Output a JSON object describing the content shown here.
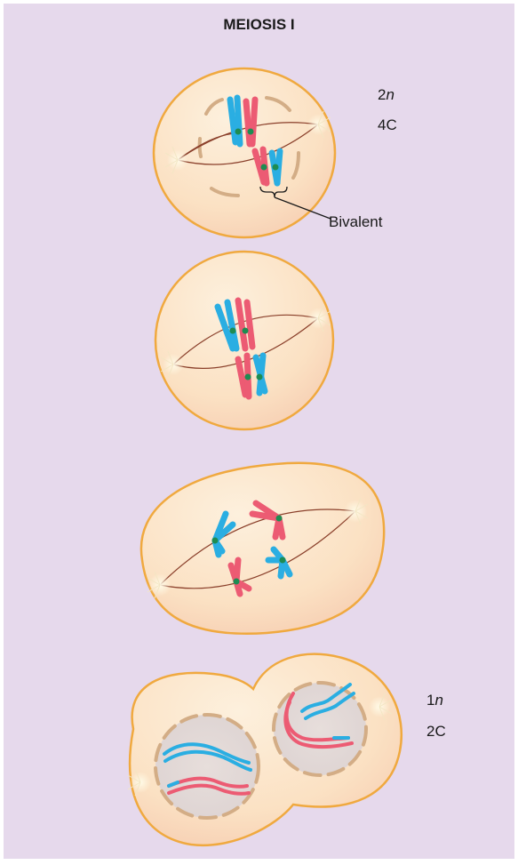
{
  "title": "MEIOSIS I",
  "stage1": {
    "ploidy_num": "2",
    "ploidy_var": "n",
    "dna": "4C",
    "annotation": "Bivalent"
  },
  "stage4": {
    "ploidy_num": "1",
    "ploidy_var": "n",
    "dna": "2C"
  },
  "colors": {
    "background": "#e6d9ec",
    "cell_fill": "#fbe1c3",
    "cell_edge": "#f0a93f",
    "spindle": "#8a3f2a",
    "chromosome_blue": "#2aaee2",
    "chromosome_red": "#ec5b73",
    "centromere": "#1e8c52",
    "nuclear_envelope": "#d3ad86"
  }
}
